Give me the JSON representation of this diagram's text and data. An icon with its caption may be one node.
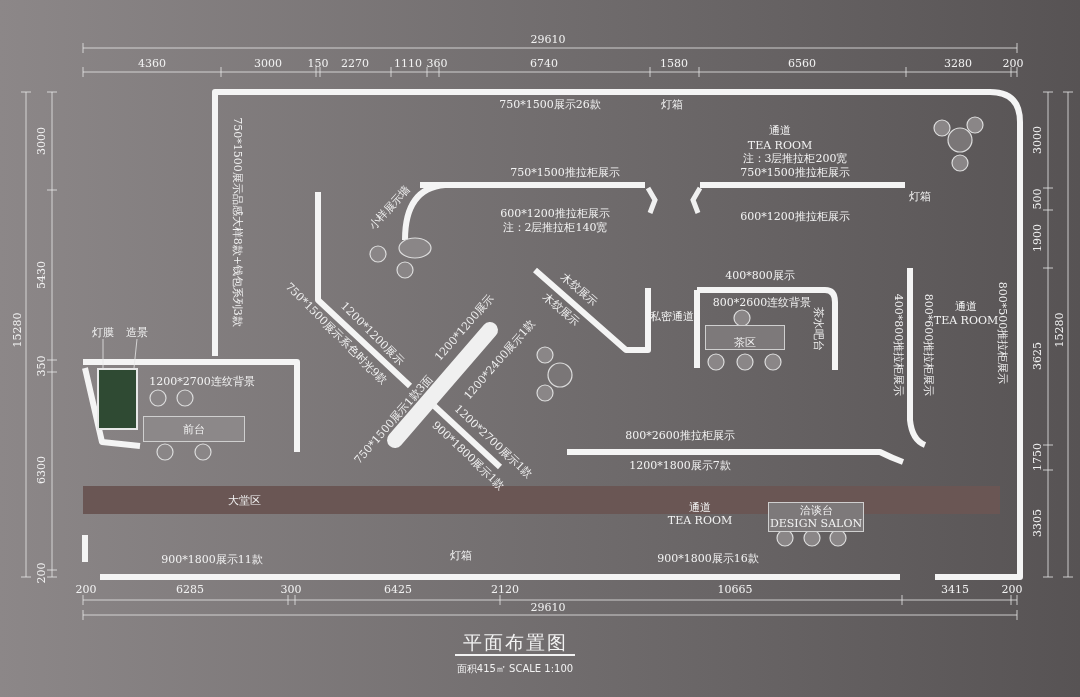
{
  "diagram": {
    "title": "平面布置图",
    "caption": "面积415㎡ SCALE 1:100",
    "nodes": [
      {
        "text": [
          "大堂区"
        ]
      },
      {
        "text": [
          "前台"
        ]
      },
      {
        "text": [
          "茶区"
        ]
      },
      {
        "text": [
          "洽谈台",
          "DESIGN SALON"
        ]
      },
      {
        "text": [
          "灯膜"
        ]
      },
      {
        "text": [
          "造景"
        ]
      },
      {
        "text": [],
        "shape": "box"
      }
    ],
    "edges": [
      {
        "from": 4,
        "to": 6,
        "arrow": "none"
      },
      {
        "from": 5,
        "to": 6,
        "arrow": "none"
      }
    ],
    "labels": [
      "29610",
      "4360",
      "3000",
      "150",
      "2270",
      "1110",
      "360",
      "6740",
      "1580",
      "6560",
      "3280",
      "200",
      "3000",
      "5430",
      "15280",
      "350",
      "6300",
      "200",
      "3000",
      "500",
      "1900",
      "3625",
      "15280",
      "1750",
      "3305",
      "200",
      "6285",
      "300",
      "6425",
      "2120",
      "10665",
      "3415",
      "200",
      "29610",
      "750*1500展示26款",
      "灯箱",
      "通道",
      "TEA ROOM",
      "注：3层推拉柜200宽",
      "750*1500推拉柜展示",
      "灯箱",
      "600*1200推拉柜展示",
      "小样展示墙",
      "750*1500推拉柜展示",
      "600*1200推拉柜展示",
      "注：2层推拉柜140宽",
      "750*1500展示品感大样8款+钱包系列3款",
      "1200*2700连纹背景",
      "1200*1200展示",
      "750*1500展示系色时光9款",
      "1200*1200展示",
      "1200*2400展示1款",
      "750*1500展示1款3面",
      "1200*2700展示1款",
      "900*1800展示1款",
      "木纹展示",
      "木纹展示",
      "私密通道",
      "400*800展示",
      "800*2600连纹背景",
      "茶水吧台",
      "400*800推拉柜展示",
      "800*600推拉柜展示",
      "通道",
      "TEA ROOM",
      "800*500推拉柜展示",
      "800*2600推拉柜展示",
      "1200*1800展示7款",
      "通道",
      "TEA ROOM",
      "900*1800展示11款",
      "灯箱",
      "900*1800展示16款"
    ]
  }
}
